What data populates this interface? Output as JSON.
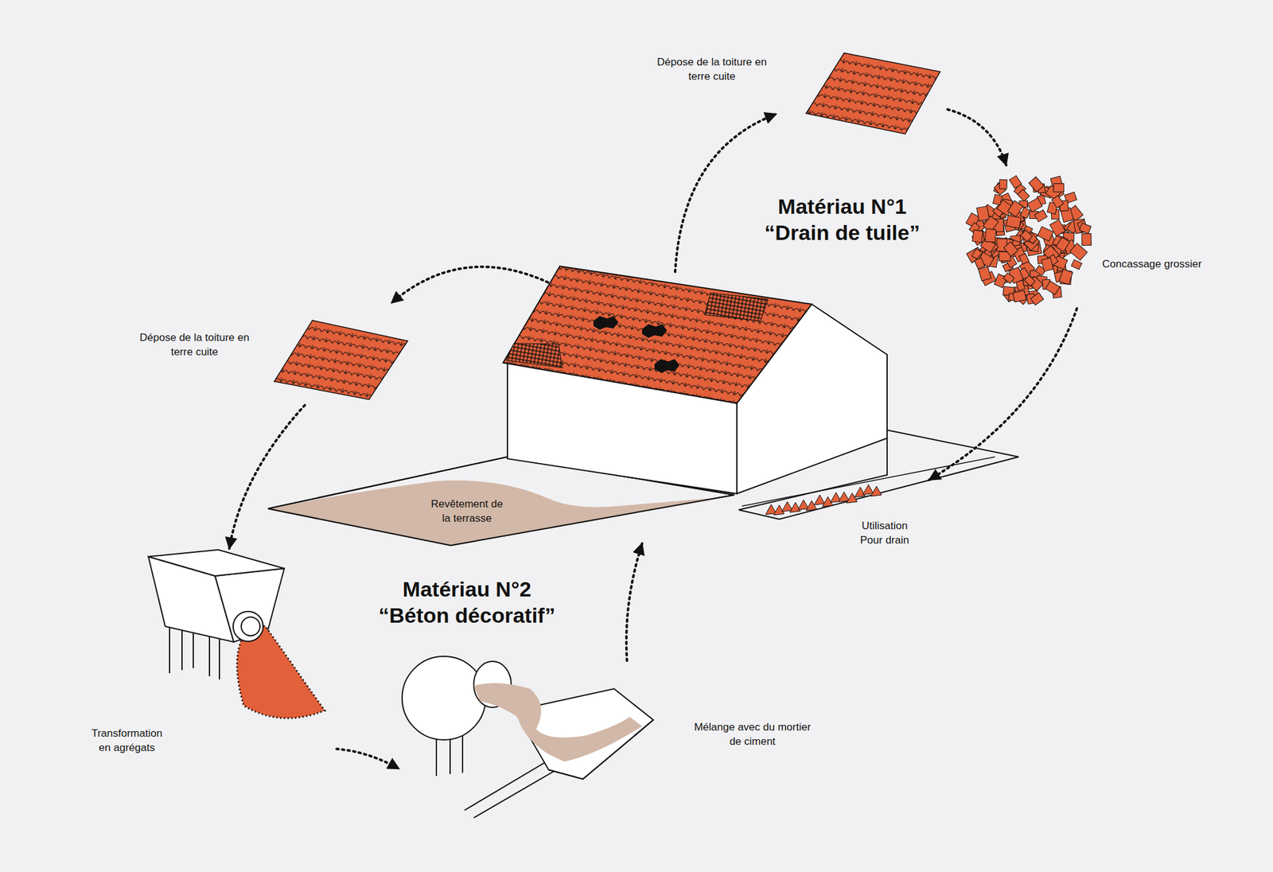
{
  "diagram": {
    "nodes": [
      {
        "text": [
          "Dépose de la toiture en terre cuite"
        ]
      },
      {
        "text": [
          "Concassage grossier"
        ]
      },
      {
        "text": [
          "Utilisation Pour drain"
        ]
      },
      {
        "text": [
          "Dépose de la toiture en terre cuite"
        ]
      },
      {
        "text": [
          "Transformation en agrégats"
        ]
      },
      {
        "text": [
          "Mélange avec du mortier de ciment"
        ]
      },
      {
        "text": [
          "Revêtement de la terrasse"
        ]
      }
    ],
    "edges": [
      {
        "from": 0,
        "to": 1,
        "arrow": "to"
      },
      {
        "from": 1,
        "to": 2,
        "arrow": "to"
      },
      {
        "from": 3,
        "to": 4,
        "arrow": "to"
      },
      {
        "from": 4,
        "to": 5,
        "arrow": "to"
      },
      {
        "from": 5,
        "to": 6,
        "arrow": "to"
      }
    ],
    "labels": [
      "Matériau N°1",
      "“Drain de tuile”",
      "Matériau N°2",
      "“Béton décoratif”"
    ]
  }
}
